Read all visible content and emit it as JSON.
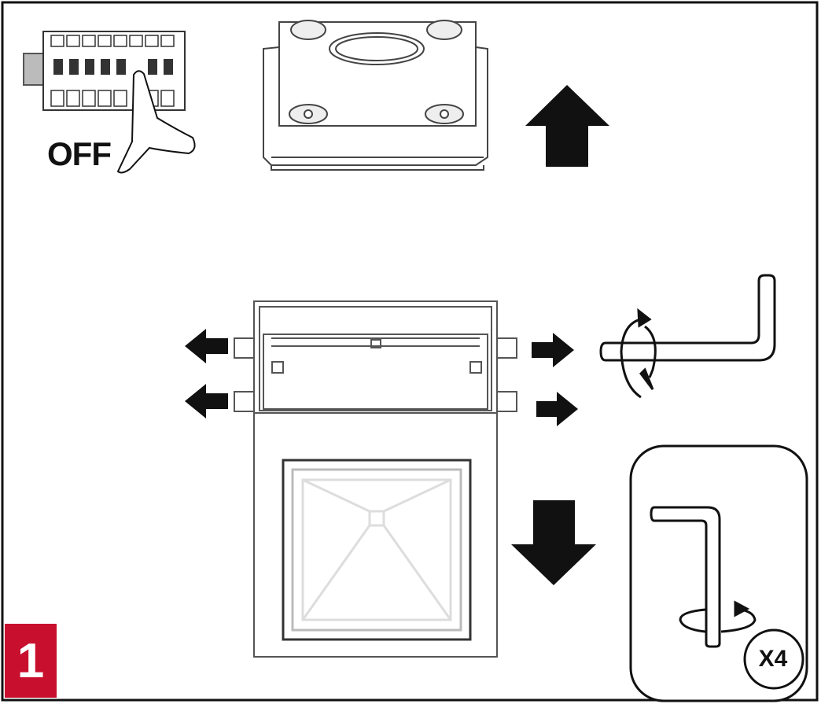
{
  "breaker": {
    "state_label": "OFF"
  },
  "step": {
    "number": "1"
  },
  "detail": {
    "repeat_label": "X4"
  },
  "colors": {
    "accent": "#c8102e",
    "line": "#111111",
    "panel_stroke": "#555555"
  },
  "icons": [
    "circuit-breaker-icon",
    "mounting-plate-icon",
    "up-arrow-icon",
    "down-arrow-icon",
    "hex-key-icon",
    "rotation-arrow-icon",
    "outward-arrow-icon"
  ]
}
